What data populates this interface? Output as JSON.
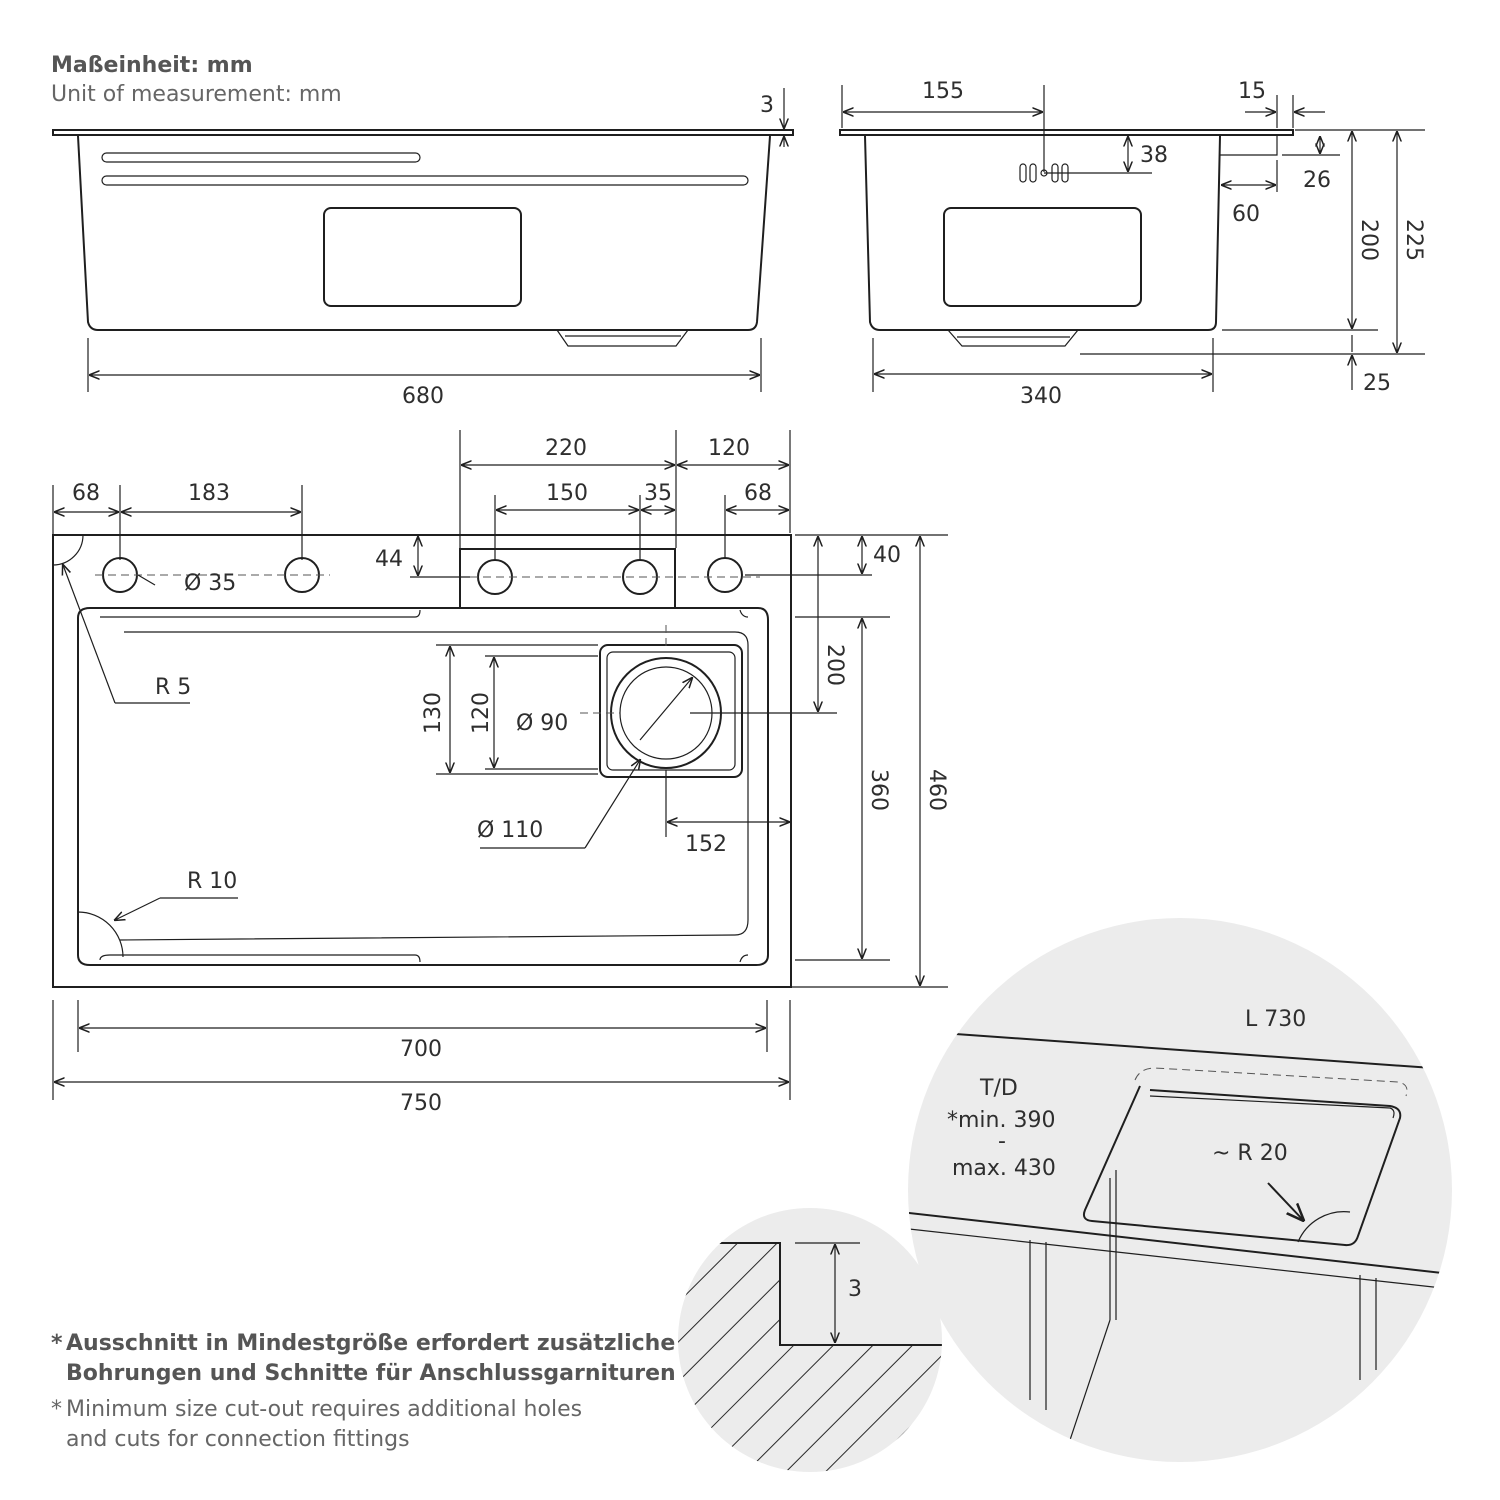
{
  "header": {
    "unit_de": "Maßeinheit: mm",
    "unit_en": "Unit of measurement: mm"
  },
  "front_view": {
    "top_thickness": "3",
    "width": "680"
  },
  "side_view": {
    "tap_offset": "155",
    "rim_overhang": "15",
    "tap_height": "38",
    "flange_height": "26",
    "flange_width": "60",
    "bowl_depth": "200",
    "total_depth": "225",
    "drain_depth": "25",
    "width": "340"
  },
  "top_view": {
    "width_220": "220",
    "width_120": "120",
    "dim_68_left": "68",
    "dim_183": "183",
    "dim_150": "150",
    "dim_35": "35",
    "dim_68_right": "68",
    "dim_44": "44",
    "dim_40": "40",
    "hole_dia": "Ø 35",
    "radius_5": "R 5",
    "drain_dim_130": "130",
    "drain_dim_120": "120",
    "drain_dia_90": "Ø 90",
    "drain_dia_110": "Ø 110",
    "drain_offset_152": "152",
    "depth_200": "200",
    "depth_360": "360",
    "depth_460": "460",
    "radius_10": "R 10",
    "width_700": "700",
    "width_750": "750"
  },
  "cutout_detail": {
    "length": "L 730",
    "depth_label": "T/D",
    "min": "*min. 390",
    "separator": "-",
    "max": "max. 430",
    "radius": "~ R 20"
  },
  "edge_detail": {
    "step": "3"
  },
  "notes": {
    "de_line1": "Ausschnitt in Mindestgröße erfordert zusätzliche",
    "de_line2": "Bohrungen und Schnitte für Anschlussgarnituren",
    "en_line1": "Minimum size cut-out requires additional holes",
    "en_line2": "and cuts for connection fittings",
    "asterisk": "*"
  }
}
